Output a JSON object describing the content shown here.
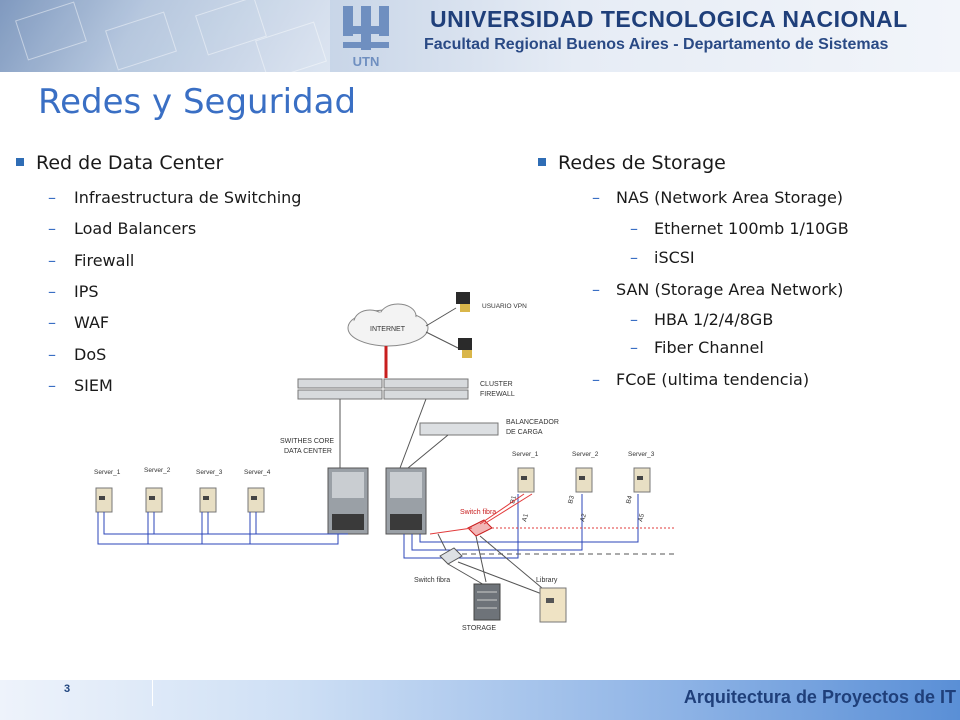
{
  "header": {
    "university": "UNIVERSIDAD TECNOLOGICA NACIONAL",
    "faculty": "Facultad Regional Buenos Aires - Departamento de Sistemas",
    "logo_text": "UTN"
  },
  "slide": {
    "title": "Redes y Seguridad",
    "left": {
      "heading": "Red de Data Center",
      "items": [
        "Infraestructura de Switching",
        "Load Balancers",
        "Firewall",
        "IPS",
        "WAF",
        "DoS",
        "SIEM"
      ]
    },
    "right": {
      "heading": "Redes de Storage",
      "groups": [
        {
          "label": "NAS (Network Area Storage)",
          "items": [
            "Ethernet 100mb 1/10GB",
            "iSCSI"
          ]
        },
        {
          "label": "SAN (Storage Area Network)",
          "items": [
            "HBA 1/2/4/8GB",
            "Fiber Channel"
          ]
        },
        {
          "label": "FCoE (ultima tendencia)",
          "items": []
        }
      ]
    }
  },
  "diagram": {
    "internet": "INTERNET",
    "usuario_vpn": "USUARIO VPN",
    "cluster_firewall_1": "CLUSTER",
    "cluster_firewall_2": "FIREWALL",
    "balanceador_1": "BALANCEADOR",
    "balanceador_2": "DE CARGA",
    "switches_core_1": "SWITHES CORE",
    "switches_core_2": "DATA CENTER",
    "left_servers": [
      "Server_1",
      "Server_2",
      "Server_3",
      "Server_4"
    ],
    "right_servers": [
      "Server_1",
      "Server_2",
      "Server_3"
    ],
    "hba_labels": [
      "B1",
      "A1",
      "B3",
      "A2",
      "B4",
      "A5"
    ],
    "switch_fibra_top": "Switch fibra",
    "switch_fibra_bottom": "Switch fibra",
    "library": "Library",
    "storage": "STORAGE",
    "colors": {
      "fiber": "#e23b3b",
      "ethernet": "#2b45b8",
      "link": "#555555"
    }
  },
  "footer": {
    "page_number": "3",
    "course": "Arquitectura de Proyectos de IT"
  }
}
